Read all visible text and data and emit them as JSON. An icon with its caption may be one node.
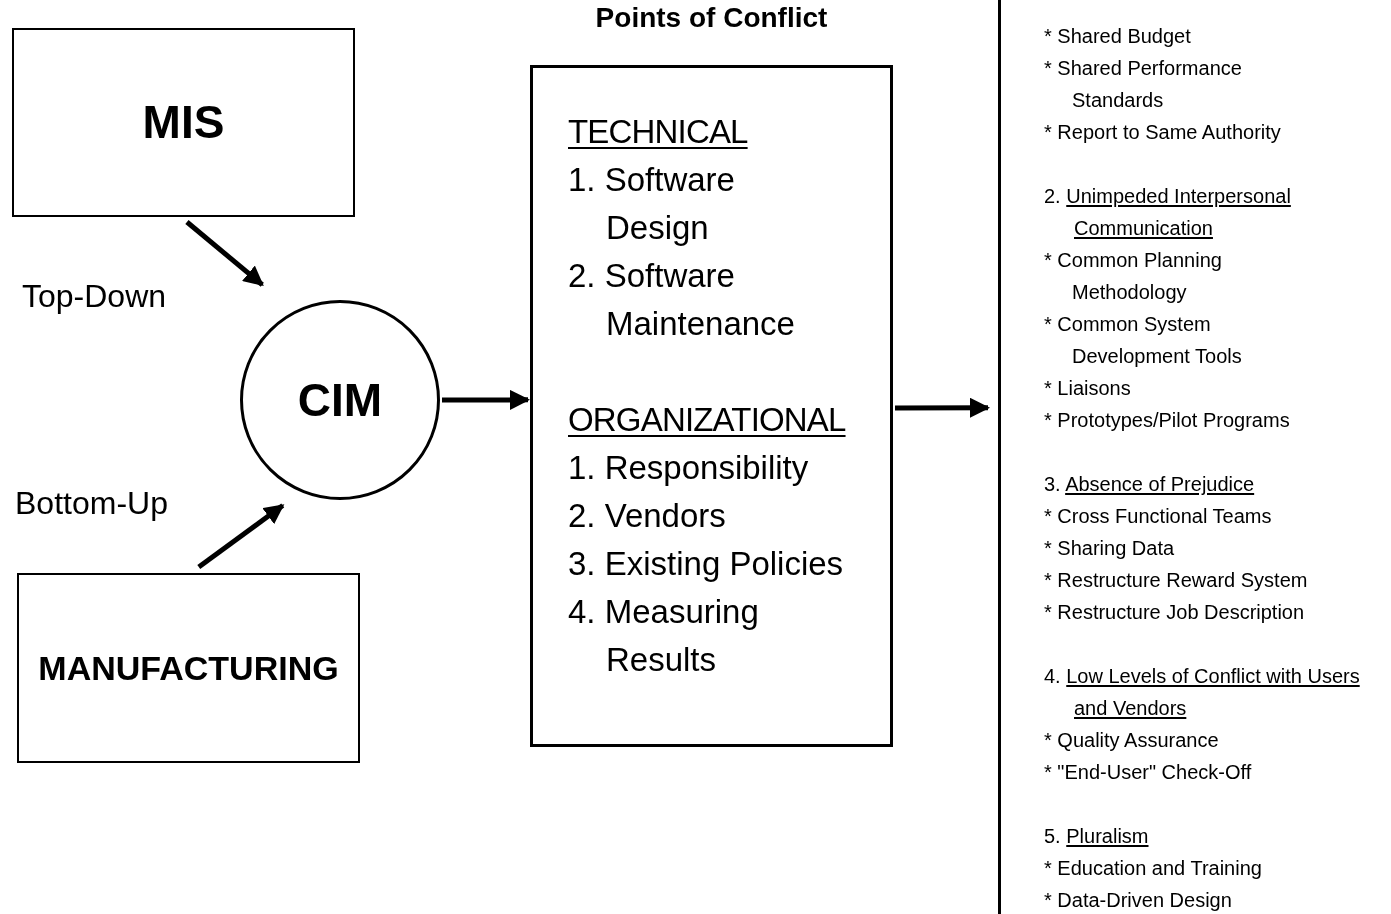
{
  "diagram": {
    "nodes": [
      {
        "text": [
          "MIS"
        ]
      },
      {
        "text": [
          "CIM"
        ]
      },
      {
        "text": [
          "MANUFACTURING"
        ]
      },
      {
        "text": [
          "Points of Conflict",
          "TECHNICAL",
          "1. Software Design",
          "2. Software Maintenance",
          "ORGANIZATIONAL",
          "1. Responsibility",
          "2. Vendors",
          "3. Existing Policies",
          "4. Measuring Results"
        ]
      },
      {
        "text": [
          "* Shared Budget",
          "* Shared Performance Standards",
          "* Report to Same Authority",
          "2. Unimpeded Interpersonal Communication",
          "* Common Planning Methodology",
          "* Common System Development Tools",
          "* Liaisons",
          "* Prototypes/Pilot Programs",
          "3. Absence of Prejudice",
          "* Cross Functional Teams",
          "* Sharing Data",
          "* Restructure Reward System",
          "* Restructure Job Description",
          "4. Low Levels of Conflict with Users and Vendors",
          "* Quality Assurance",
          "* \"End-User\" Check-Off",
          "5. Pluralism",
          "* Education and Training",
          "* Data-Driven Design"
        ]
      }
    ],
    "edges": [
      {
        "from": 0,
        "to": 1,
        "arrow": "to",
        "label": "Top-Down"
      },
      {
        "from": 2,
        "to": 1,
        "arrow": "to",
        "label": "Bottom-Up"
      },
      {
        "from": 1,
        "to": 3,
        "arrow": "to"
      },
      {
        "from": 3,
        "to": 4,
        "arrow": "to"
      }
    ]
  }
}
